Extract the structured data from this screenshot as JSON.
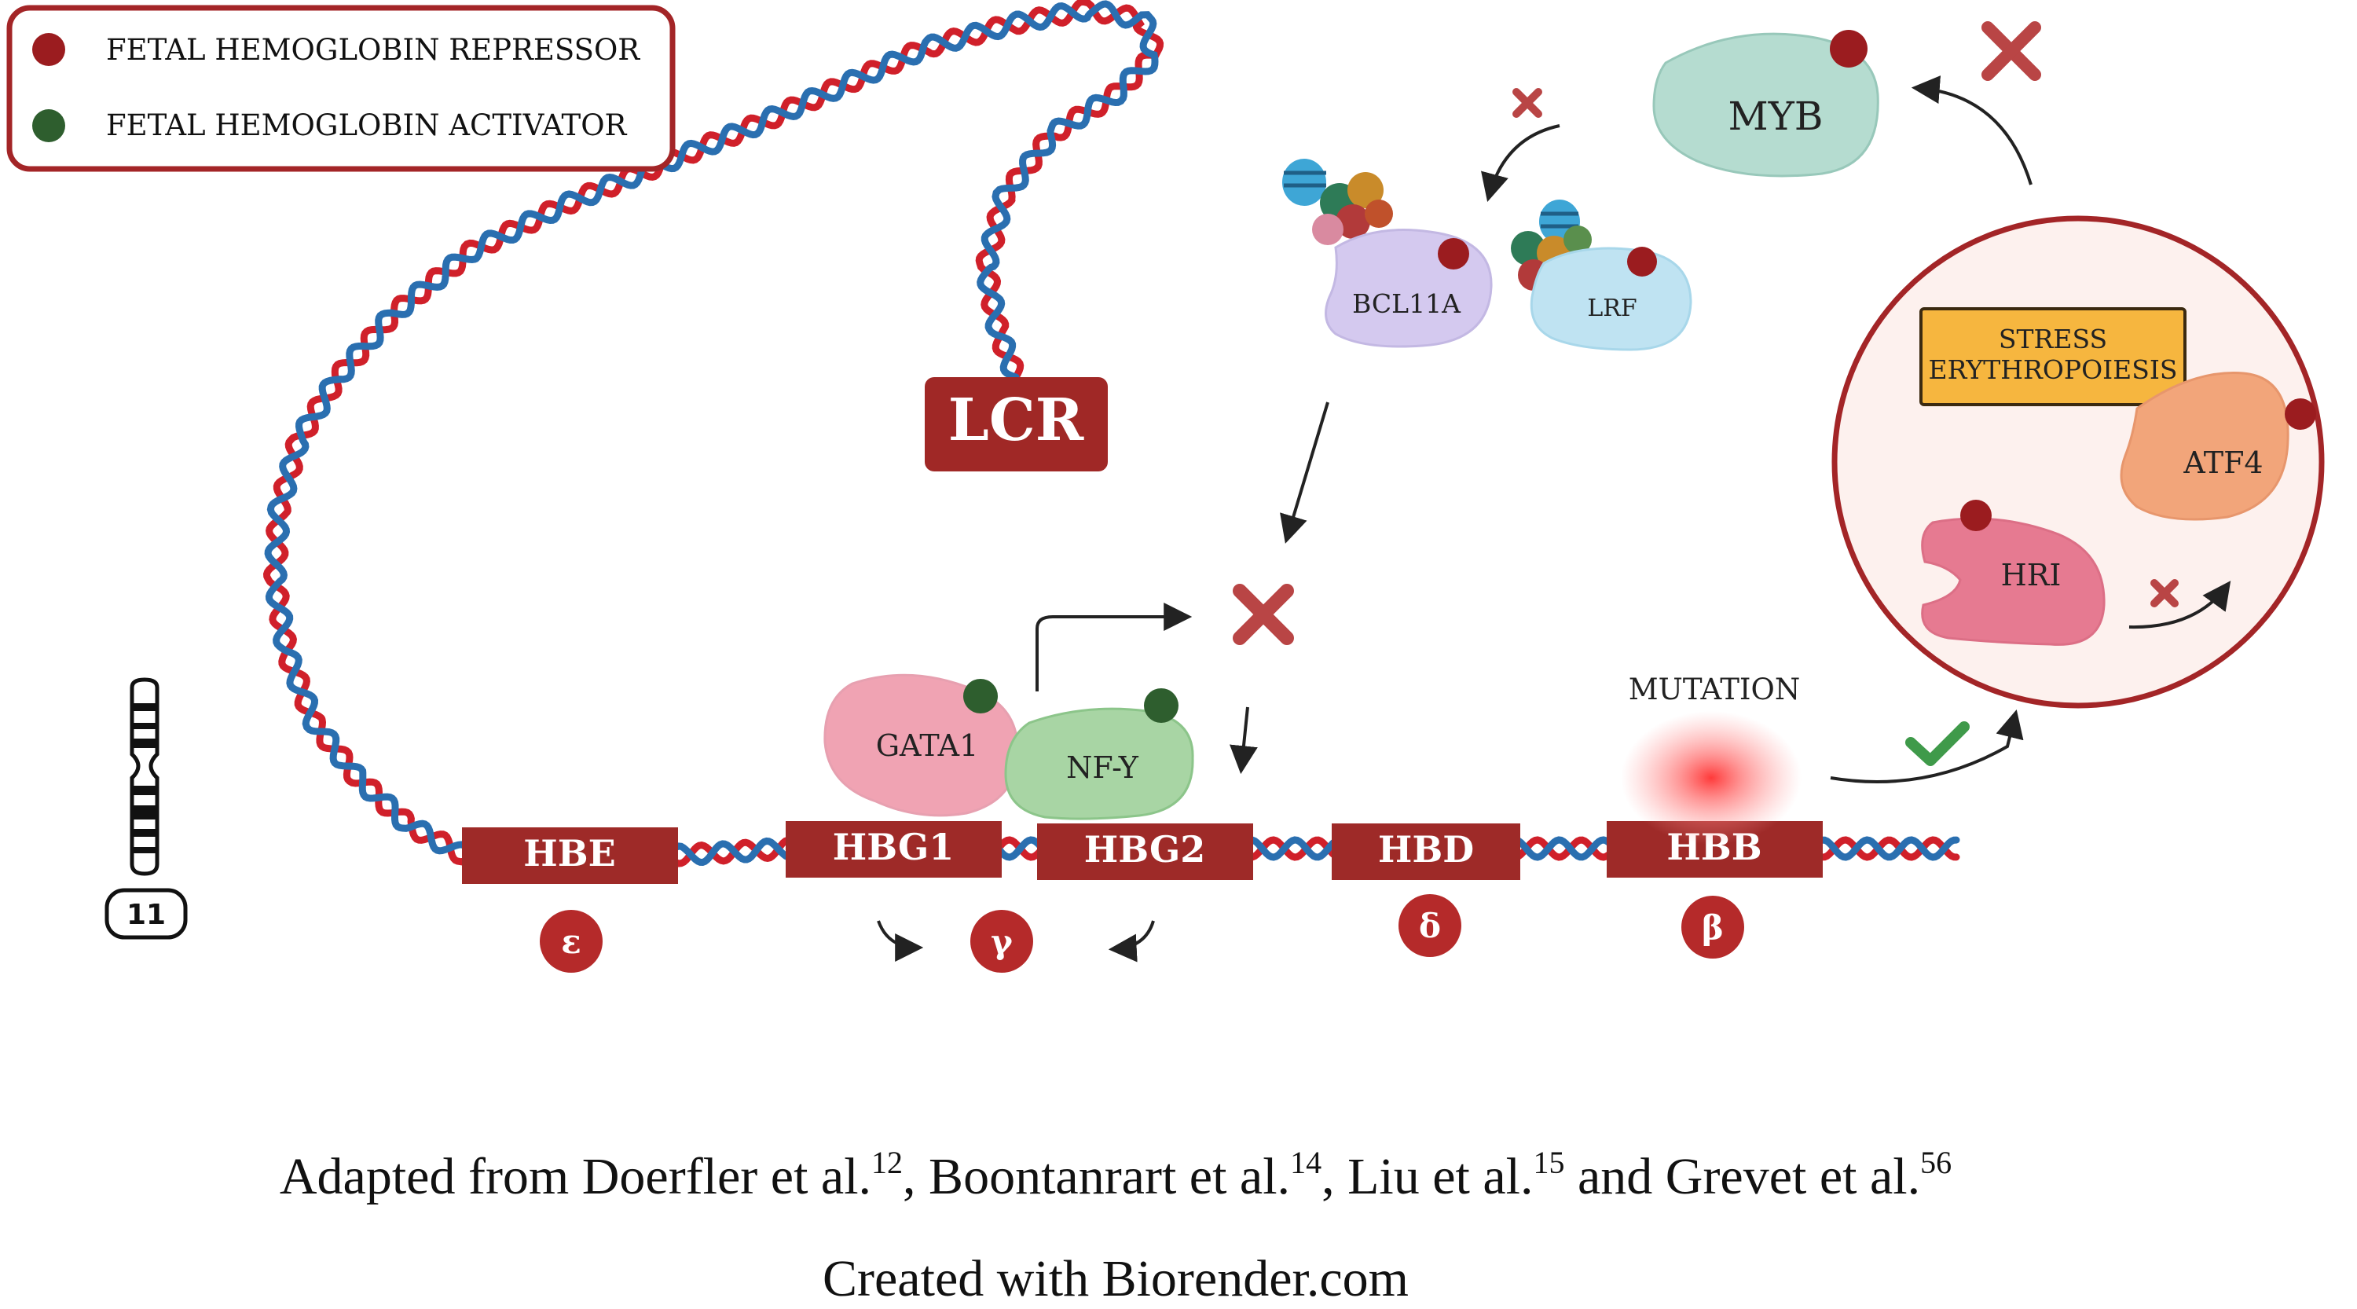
{
  "legend": {
    "repressor": "FETAL HEMOGLOBIN REPRESSOR",
    "activator": "FETAL HEMOGLOBIN ACTIVATOR"
  },
  "colors": {
    "repressor": "#9b1c1f",
    "activator": "#2e5e2e",
    "gene_box": "#9e2a28",
    "strand_red": "#d0202a",
    "strand_blue": "#2a6fb0",
    "cross": "#b94545",
    "check": "#3f9a4a"
  },
  "lcr": "LCR",
  "proteins": {
    "myb": "MYB",
    "bcl11a": "BCL11A",
    "lrf": "LRF",
    "gata1": "GATA1",
    "nfy": "NF-Y",
    "atf4": "ATF4",
    "hri": "HRI"
  },
  "stress_box": {
    "line1": "STRESS",
    "line2": "ERYTHROPOIESIS"
  },
  "mutation": "MUTATION",
  "genes": [
    {
      "name": "HBE",
      "symbol": "ε"
    },
    {
      "name": "HBG1",
      "symbol": ""
    },
    {
      "name": "HBG2",
      "symbol": ""
    },
    {
      "name": "HBD",
      "symbol": "δ"
    },
    {
      "name": "HBB",
      "symbol": "β"
    }
  ],
  "gamma_symbol": "γ",
  "chromosome_label": "11",
  "caption": {
    "a1": "Adapted from Doerfler et al.",
    "r1": "12",
    "a2": ", Boontanrart et al.",
    "r2": "14",
    "a3": ", Liu et al.",
    "r3": "15",
    "a4": " and Grevet et al.",
    "r4": "56",
    "line2": "Created with Biorender.com"
  }
}
